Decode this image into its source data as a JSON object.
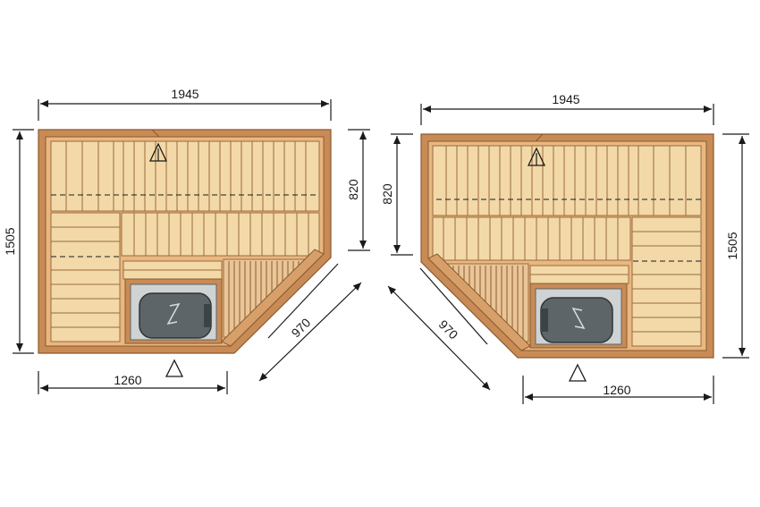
{
  "colors": {
    "background": "#ffffff",
    "frame_outer": "#c98b55",
    "frame_inner": "#e9b780",
    "bench_fill": "#f3d9a8",
    "bench_line": "#9a6b3e",
    "slat_dark": "#b07a48",
    "heater_body": "#5d6568",
    "heater_bg": "#cfd3d4",
    "dimension_line": "#1a1a1a"
  },
  "icons": {
    "door_marker": "triangle-door-icon",
    "heater": "sauna-heater-icon"
  },
  "plans": [
    {
      "id": "left-plan",
      "dimensions": {
        "top_width": "1945",
        "left_height": "1505",
        "right_height": "820",
        "bottom_width": "1260",
        "diagonal": "970"
      }
    },
    {
      "id": "right-plan",
      "dimensions": {
        "top_width": "1945",
        "left_height": "820",
        "right_height": "1505",
        "bottom_width": "1260",
        "diagonal": "970"
      }
    }
  ]
}
